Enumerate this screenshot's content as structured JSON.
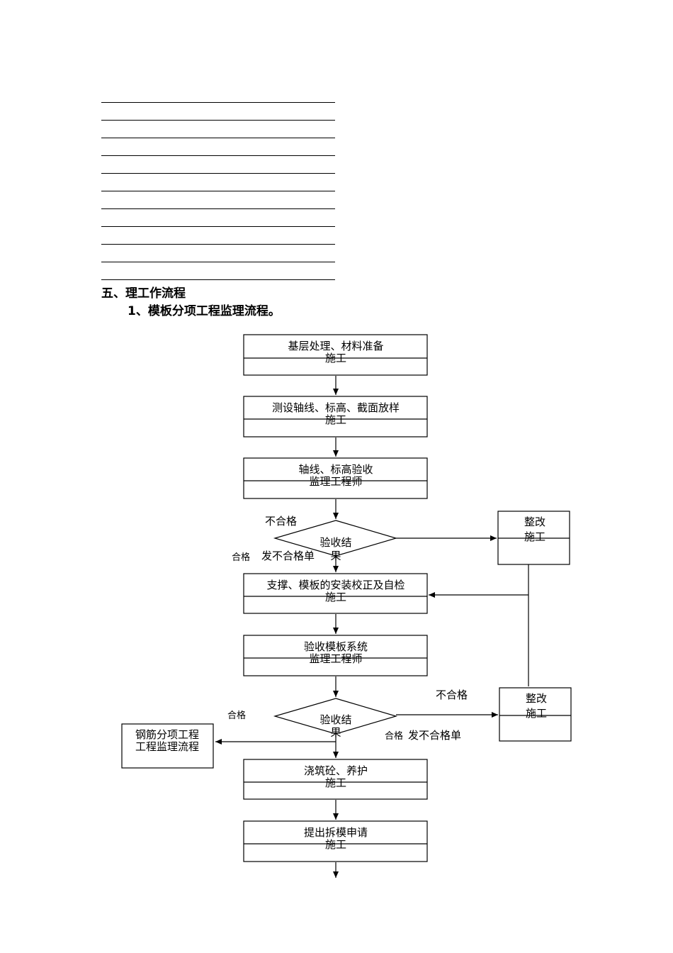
{
  "section_heading": "五、理工作流程",
  "sub_heading": "1、模板分项工程监理流程。",
  "flow": {
    "step1": {
      "title": "基层处理、材料准备",
      "role": "施工"
    },
    "step2": {
      "title": "测设轴线、标高、截面放样",
      "role": "施工"
    },
    "step3": {
      "title": "轴线、标高验收",
      "role": "监理工程师"
    },
    "decision1": {
      "line1": "验收结",
      "line2": "果"
    },
    "step4": {
      "title": "支撑、模板的安装校正及自检",
      "role": "施工"
    },
    "step5": {
      "title": "验收模板系统",
      "role": "监理工程师"
    },
    "decision2": {
      "line1": "验收结",
      "line2": "果"
    },
    "step6": {
      "title": "浇筑砼、养护",
      "role": "施工"
    },
    "step7": {
      "title": "提出拆模申请",
      "role": "施工"
    },
    "rectify1": {
      "title": "整改",
      "role": "施工"
    },
    "rectify2": {
      "title": "整改",
      "role": "施工"
    },
    "rebar": {
      "line1": "钢筋分项工程",
      "line2": "工程监理流程"
    },
    "labels": {
      "fail1": "不合格",
      "pass1": "合格",
      "notice1": "发不合格单",
      "fail2": "不合格",
      "pass2_left": "合格",
      "pass2_right": "合格",
      "notice2": "发不合格单"
    }
  }
}
